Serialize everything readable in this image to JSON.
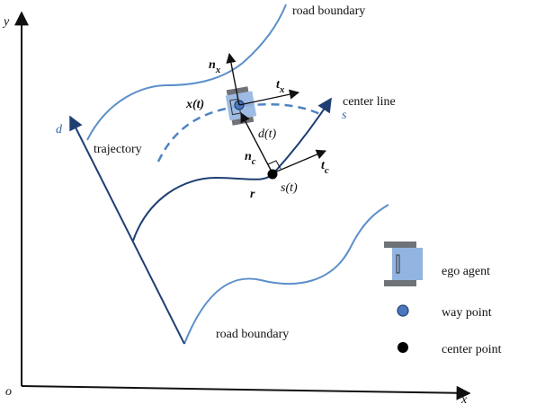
{
  "axes": {
    "y_label": "y",
    "x_label": "x",
    "origin_label": "o"
  },
  "labels": {
    "road_boundary_top": "road boundary",
    "road_boundary_bottom": "road boundary",
    "center_line": "center line",
    "trajectory": "trajectory",
    "d_axis": "d",
    "s_axis": "s",
    "n_x": "n",
    "n_x_sub": "x",
    "t_x": "t",
    "t_x_sub": "x",
    "x_t": "x(t)",
    "d_t": "d(t)",
    "n_c": "n",
    "n_c_sub": "c",
    "t_c": "t",
    "t_c_sub": "c",
    "s_t": "s(t)",
    "r": "r"
  },
  "legend": {
    "ego_agent": "ego agent",
    "way_point": "way point",
    "center_point": "center point"
  },
  "colors": {
    "road": "#5b8fc9",
    "center_line": "#1f3f73",
    "trajectory": "#4f83c2",
    "vehicle_body": "#92b4e0",
    "vehicle_wheels": "#6f7378",
    "way_point": "#4a78bd",
    "center_point": "#000000"
  }
}
